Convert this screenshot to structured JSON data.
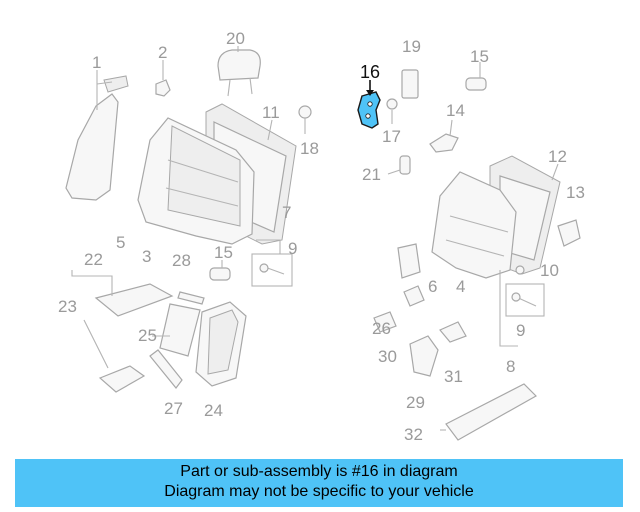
{
  "diagram": {
    "highlighted_part": "16",
    "highlight_color": "#4fc3f7",
    "part_labels": [
      "1",
      "2",
      "3",
      "4",
      "5",
      "6",
      "7",
      "8",
      "9",
      "9",
      "10",
      "11",
      "12",
      "13",
      "14",
      "15",
      "15",
      "16",
      "17",
      "18",
      "19",
      "20",
      "21",
      "22",
      "23",
      "24",
      "25",
      "26",
      "27",
      "28",
      "29",
      "30",
      "31",
      "32"
    ]
  },
  "banner": {
    "line1": "Part or sub-assembly is #16 in diagram",
    "line2": "Diagram may not be specific to your vehicle",
    "background": "#4fc3f7"
  }
}
